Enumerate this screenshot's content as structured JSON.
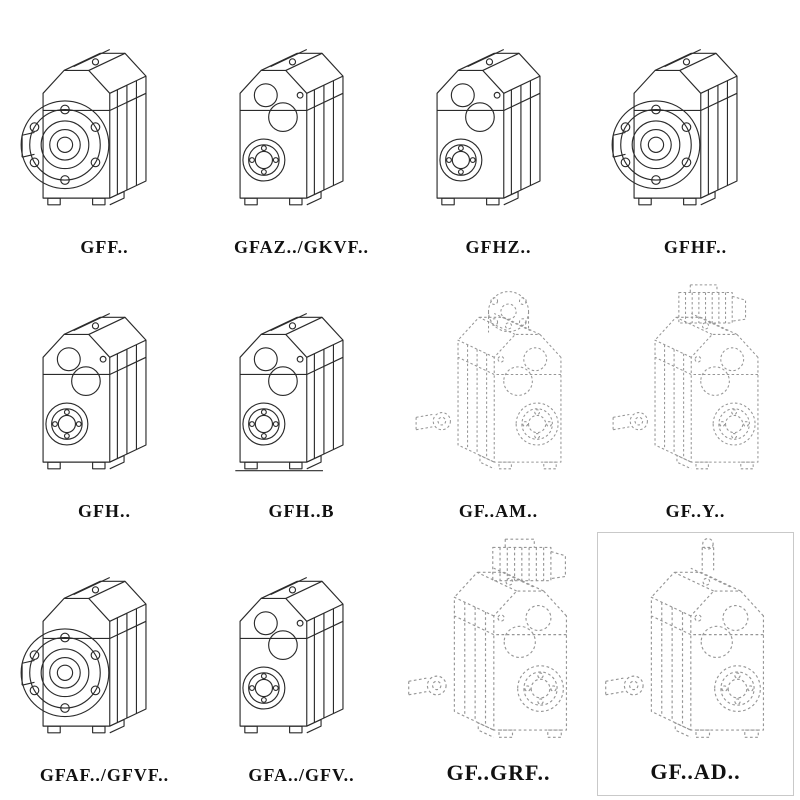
{
  "page": {
    "background": "#ffffff",
    "line_color": "#2b2b2b",
    "dashed_line_color": "#969696",
    "description_icons": {
      "solid_drawing": "parallel-shaft-helical-gearbox-line-drawing",
      "dashed_drawing": "parallel-shaft-helical-gearbox-dashed-line-drawing"
    }
  },
  "figures": [
    {
      "label": "GFF..",
      "drawing": "gearbox-output-flange-front"
    },
    {
      "label": "GFAZ../GKVF..",
      "drawing": "gearbox-hollow-shaft-front-bores"
    },
    {
      "label": "GFHZ..",
      "drawing": "gearbox-hollow-shaft-shrink-disc"
    },
    {
      "label": "GFHF..",
      "drawing": "gearbox-flange-hollow-shaft"
    },
    {
      "label": "GFH..",
      "drawing": "gearbox-front-bores"
    },
    {
      "label": "GFH..B",
      "drawing": "gearbox-front-bores-foot-mounted"
    },
    {
      "label": "GF..AM..",
      "drawing": "gearbox-motor-adapter-top-flange-dashed"
    },
    {
      "label": "GF..Y..",
      "drawing": "gearbox-with-mounted-motor-dashed"
    },
    {
      "label": "GFAF../GFVF..",
      "drawing": "gearbox-output-flange-front"
    },
    {
      "label": "GFA../GFV..",
      "drawing": "gearbox-front-bores"
    },
    {
      "label": "GF..GRF..",
      "drawing": "gearbox-with-mounted-motor-dashed-large"
    },
    {
      "label": "GF..AD..",
      "drawing": "gearbox-input-adapter-top-shaft-dashed"
    }
  ]
}
